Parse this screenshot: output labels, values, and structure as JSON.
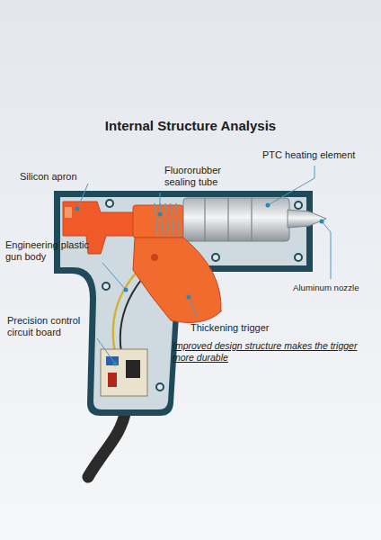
{
  "diagram": {
    "title": "Internal Structure Analysis",
    "labels": [
      "PTC heating element",
      "Fluororubber sealing tube",
      "Silicon apron",
      "Engineering plastic gun body",
      "Aluminum nozzle",
      "Precision control circuit board",
      "Thickening trigger",
      "Improved design structure makes the trigger more durable"
    ]
  }
}
